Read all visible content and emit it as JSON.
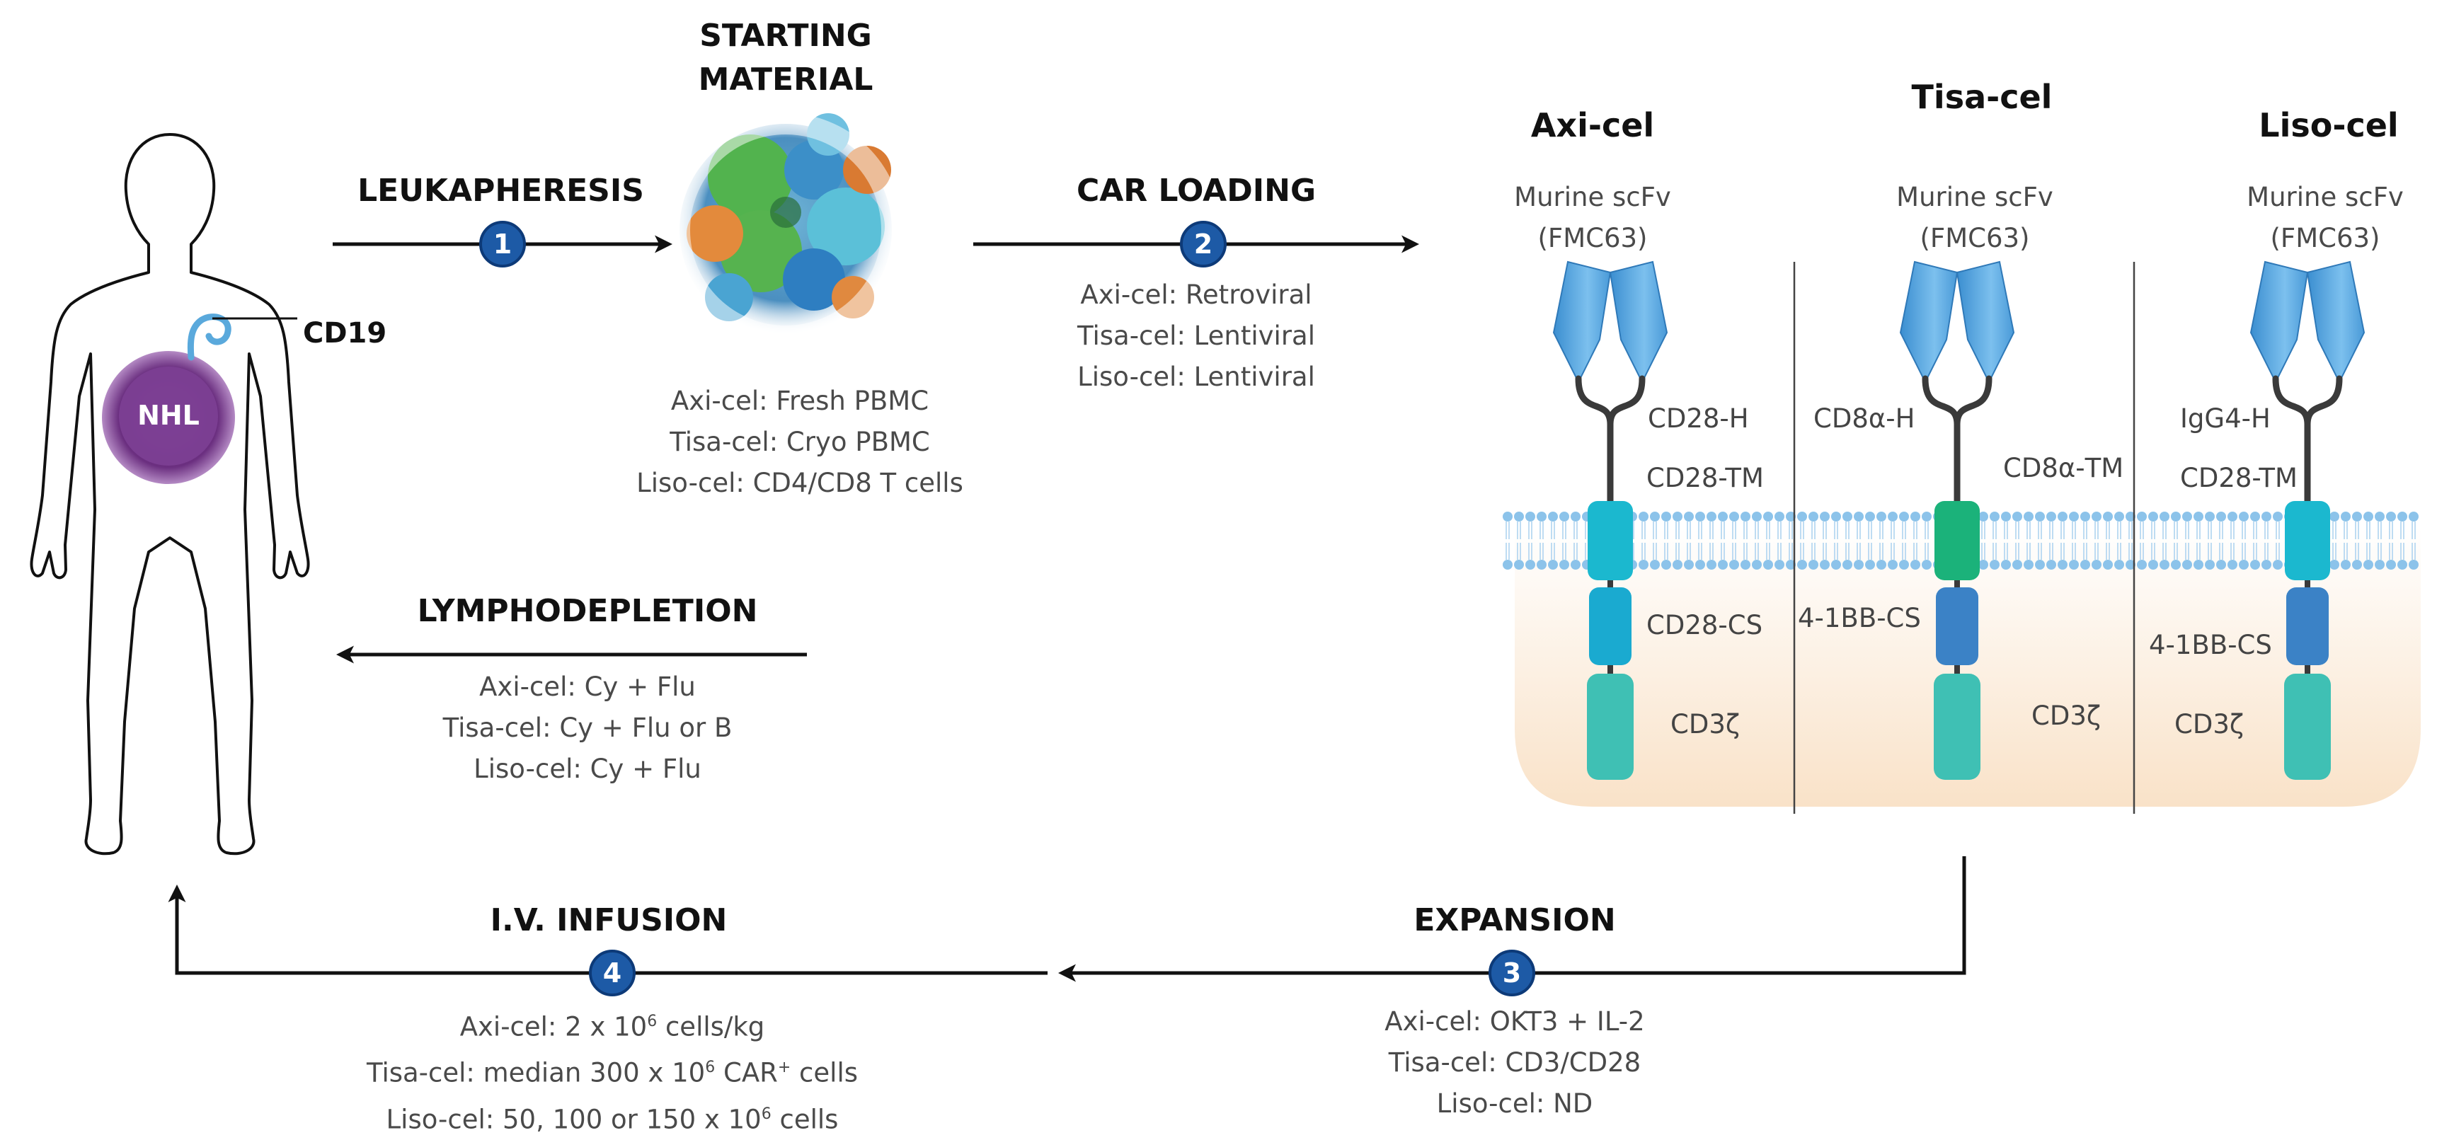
{
  "steps": {
    "leukapheresis": {
      "title": "LEUKAPHERESIS",
      "number": "1"
    },
    "car_loading": {
      "title": "CAR LOADING",
      "number": "2",
      "lines": [
        "Axi-cel: Retroviral",
        "Tisa-cel: Lentiviral",
        "Liso-cel: Lentiviral"
      ]
    },
    "expansion": {
      "title": "EXPANSION",
      "number": "3",
      "lines": [
        "Axi-cel: OKT3 + IL-2",
        "Tisa-cel: CD3/CD28",
        "Liso-cel: ND"
      ]
    },
    "infusion": {
      "title": "I.V. INFUSION",
      "number": "4",
      "line1": {
        "pre": "Axi-cel: 2 x 10",
        "sup": "6",
        "post": " cells/kg"
      },
      "line2": {
        "pre": "Tisa-cel: median 300 x 10",
        "sup": "6",
        "mid": " CAR",
        "sup2": "+",
        "post": " cells"
      },
      "line3": {
        "pre": "Liso-cel: 50, 100 or 150 x 10",
        "sup": "6",
        "post": " cells"
      }
    },
    "lymphodepletion": {
      "title": "LYMPHODEPLETION",
      "lines": [
        "Axi-cel: Cy + Flu",
        "Tisa-cel: Cy + Flu or B",
        "Liso-cel: Cy + Flu"
      ]
    }
  },
  "starting_material": {
    "title_line1": "STARTING",
    "title_line2": "MATERIAL",
    "lines": [
      "Axi-cel: Fresh PBMC",
      "Tisa-cel: Cryo PBMC",
      "Liso-cel: CD4/CD8 T cells"
    ]
  },
  "patient": {
    "tumor_label": "NHL",
    "antigen_label": "CD19"
  },
  "constructs": [
    {
      "name": "Axi-cel",
      "scfv_line1": "Murine scFv",
      "scfv_line2": "(FMC63)",
      "hinge": "CD28-H",
      "tm": "CD28-TM",
      "cs": "CD28-CS",
      "signal": "CD3ζ",
      "tm_color": "#1bb8cf",
      "cs_color": "#1aaad0"
    },
    {
      "name": "Tisa-cel",
      "scfv_line1": "Murine scFv",
      "scfv_line2": "(FMC63)",
      "hinge": "CD8α-H",
      "tm": "CD8α-TM",
      "cs": "4-1BB-CS",
      "signal": "CD3ζ",
      "tm_color": "#1bb27a",
      "cs_color": "#3b82c6"
    },
    {
      "name": "Liso-cel",
      "scfv_line1": "Murine scFv",
      "scfv_line2": "(FMC63)",
      "hinge": "IgG4-H",
      "tm": "CD28-TM",
      "cs": "4-1BB-CS",
      "signal": "CD3ζ",
      "tm_color": "#1bb8cf",
      "cs_color": "#3b82c6"
    }
  ],
  "colors": {
    "step_circle": "#1d5aa6",
    "arrow": "#111111",
    "tumor": "#7a3e8f",
    "scfv": "#5aa9dc",
    "cd3z": "#3fc0b4",
    "membrane": "#8cc3ea",
    "cytoplasm": "#fbe9d6"
  }
}
